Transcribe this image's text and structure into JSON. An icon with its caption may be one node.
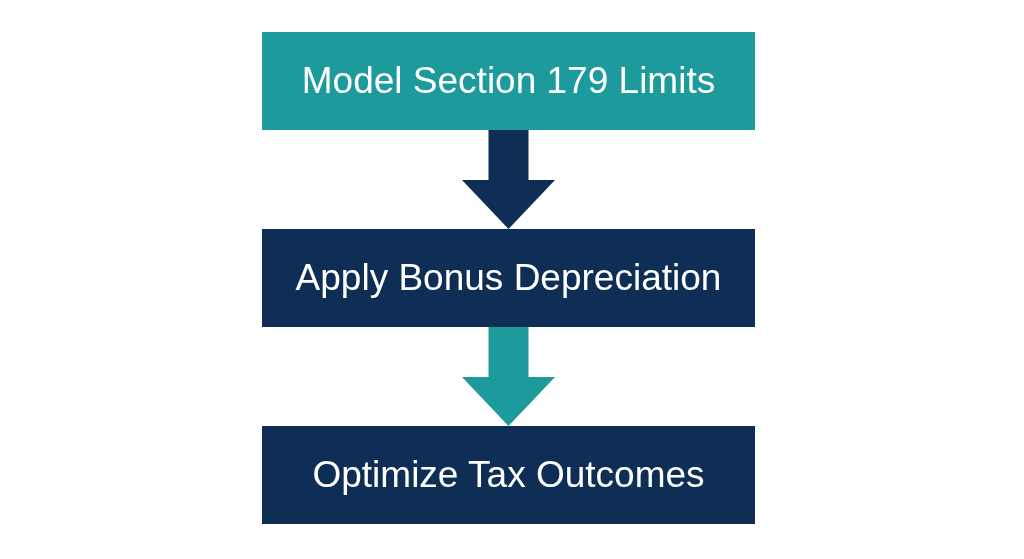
{
  "diagram": {
    "nodes": [
      {
        "text": [
          "Model Section 179 Limits"
        ]
      },
      {
        "text": [
          "Apply Bonus Depreciation"
        ]
      },
      {
        "text": [
          "Optimize Tax Outcomes"
        ]
      }
    ],
    "edges": [
      {
        "from": 0,
        "to": 1,
        "arrow": "to",
        "color": "#0f2e55"
      },
      {
        "from": 1,
        "to": 2,
        "arrow": "to",
        "color": "#1c9a9c"
      }
    ]
  }
}
